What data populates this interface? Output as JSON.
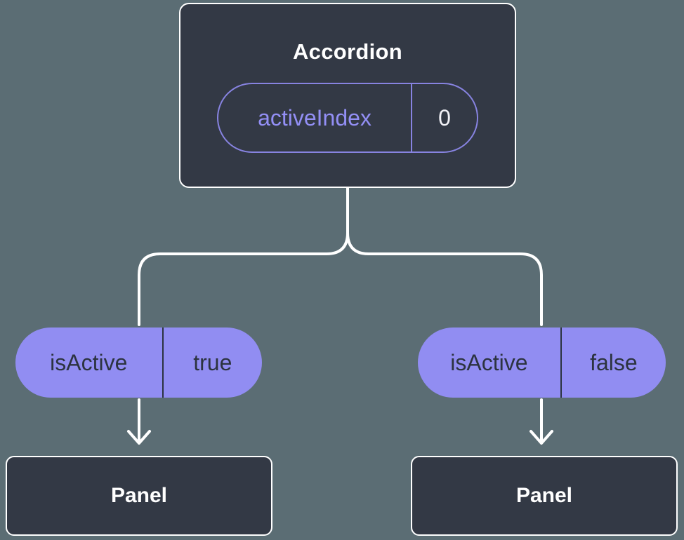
{
  "diagram": {
    "root": {
      "title": "Accordion",
      "prop_name": "activeIndex",
      "prop_value": "0"
    },
    "left_child": {
      "prop_name": "isActive",
      "prop_value": "true",
      "node_label": "Panel"
    },
    "right_child": {
      "prop_name": "isActive",
      "prop_value": "false",
      "node_label": "Panel"
    },
    "colors": {
      "background": "#5b6d74",
      "node_fill": "#333945",
      "node_border": "#ffffff",
      "pill_fill": "#918df2",
      "pill_text": "#2c3340",
      "prop_outline": "#8783e0",
      "prop_name_text": "#938ff5",
      "prop_value_text": "#f2f2f7",
      "connector": "#ffffff"
    }
  }
}
